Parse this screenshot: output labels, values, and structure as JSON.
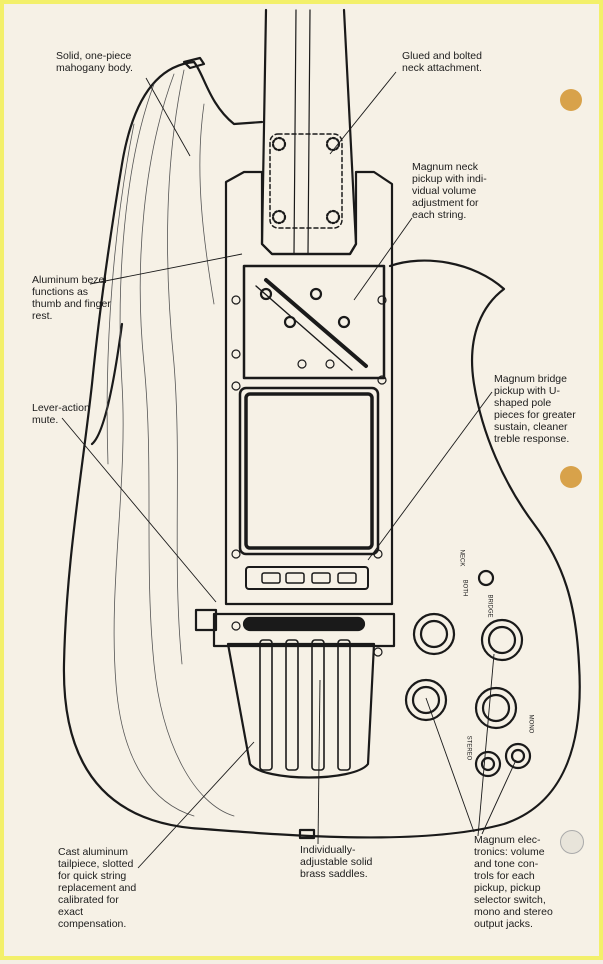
{
  "callouts": {
    "body": "Solid, one-piece\nmahogany body.",
    "neck_attach": "Glued and bolted\nneck attachment.",
    "neck_pickup": "Magnum neck\npickup with indi-\nvidual volume\nadjustment for\neach string.",
    "bezel": "Aluminum bezel\nfunctions as\nthumb and finger\nrest.",
    "bridge_pickup": "Magnum bridge\npickup with U-\nshaped pole\npieces for greater\nsustain, cleaner\ntreble response.",
    "mute": "Lever-action\nmute.",
    "tailpiece": "Cast aluminum\ntailpiece, slotted\nfor quick string\nreplacement and\ncalibrated for\nexact\ncompensation.",
    "saddles": "Individually-\nadjustable solid\nbrass saddles.",
    "electronics": "Magnum elec-\ntronics: volume\nand tone con-\ntrols for each\npickup, pickup\nselector switch,\nmono and stereo\noutput jacks."
  },
  "switch_labels": {
    "neck": "NECK",
    "both": "BOTH",
    "bridge": "BRIDGE"
  },
  "jack_labels": {
    "stereo": "STEREO",
    "mono": "MONO"
  },
  "colors": {
    "ink": "#1a1a1a",
    "paper": "#f6f1e6",
    "border": "#f3f06a",
    "binder_hole": "#d8a24a"
  }
}
